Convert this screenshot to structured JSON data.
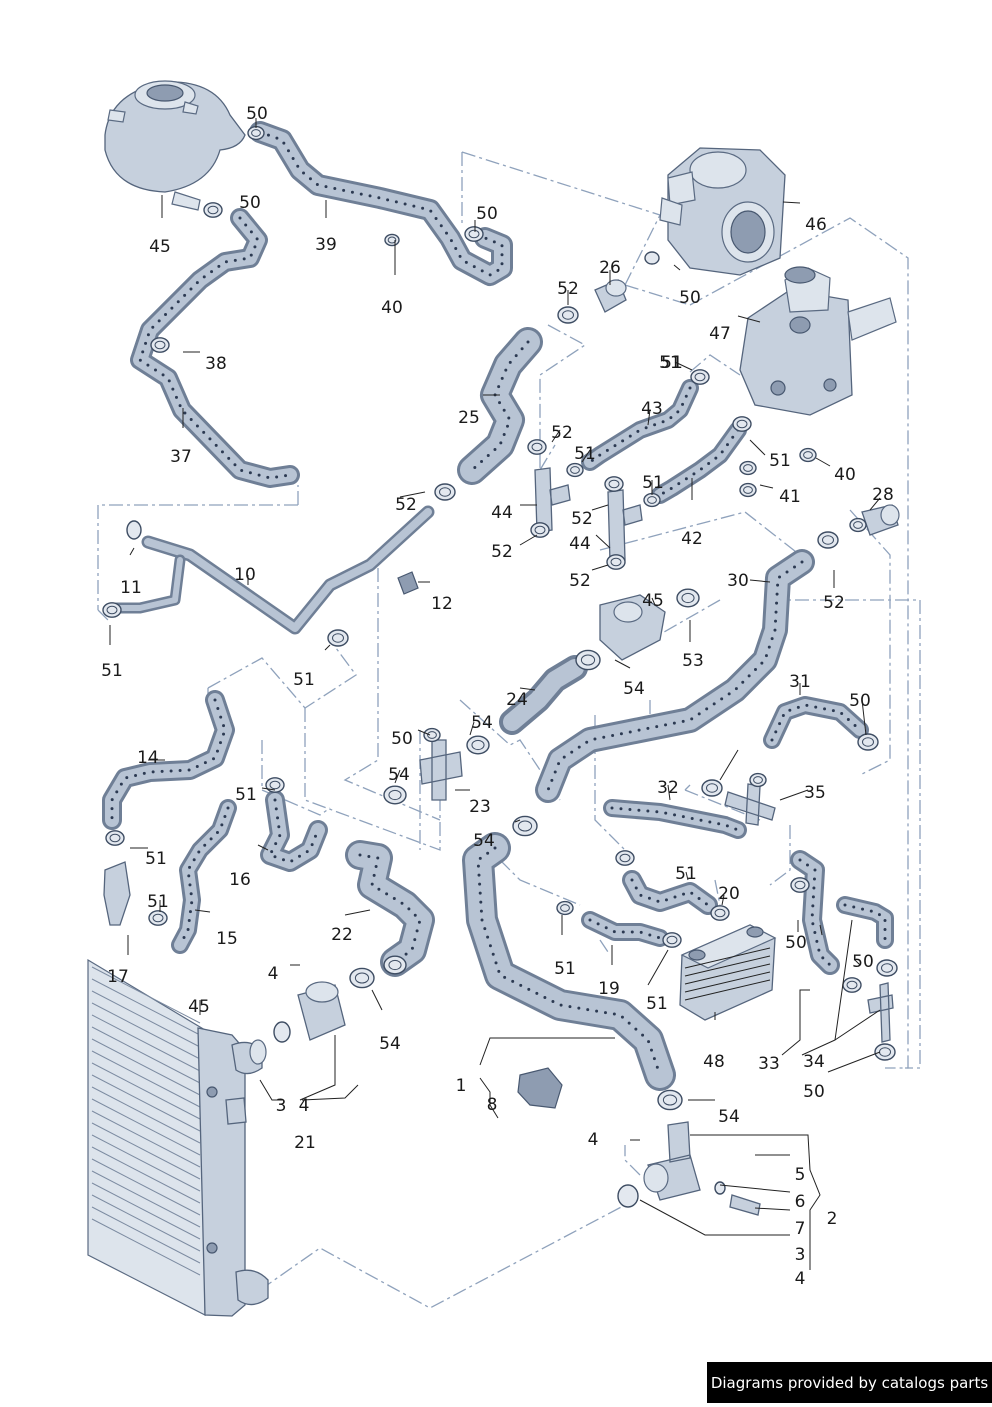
{
  "diagram": {
    "callouts": [
      "50",
      "45",
      "50",
      "39",
      "50",
      "40",
      "46",
      "26",
      "52",
      "50",
      "47",
      "38",
      "25",
      "51",
      "43",
      "37",
      "52",
      "51",
      "51",
      "40",
      "41",
      "51",
      "52",
      "44",
      "52",
      "42",
      "52",
      "28",
      "44",
      "10",
      "11",
      "12",
      "52",
      "30",
      "52",
      "45",
      "51",
      "51",
      "53",
      "54",
      "24",
      "31",
      "51",
      "50",
      "50",
      "54",
      "14",
      "51",
      "54",
      "23",
      "32",
      "35",
      "51",
      "54",
      "16",
      "51",
      "20",
      "51",
      "15",
      "22",
      "50",
      "17",
      "51",
      "50",
      "4",
      "19",
      "51",
      "54",
      "45",
      "48",
      "3",
      "4",
      "21",
      "33",
      "34",
      "50",
      "1",
      "8",
      "54",
      "4",
      "5",
      "6",
      "7",
      "2",
      "3",
      "4"
    ]
  },
  "footer": {
    "text": "Diagrams provided by catalogs parts"
  }
}
